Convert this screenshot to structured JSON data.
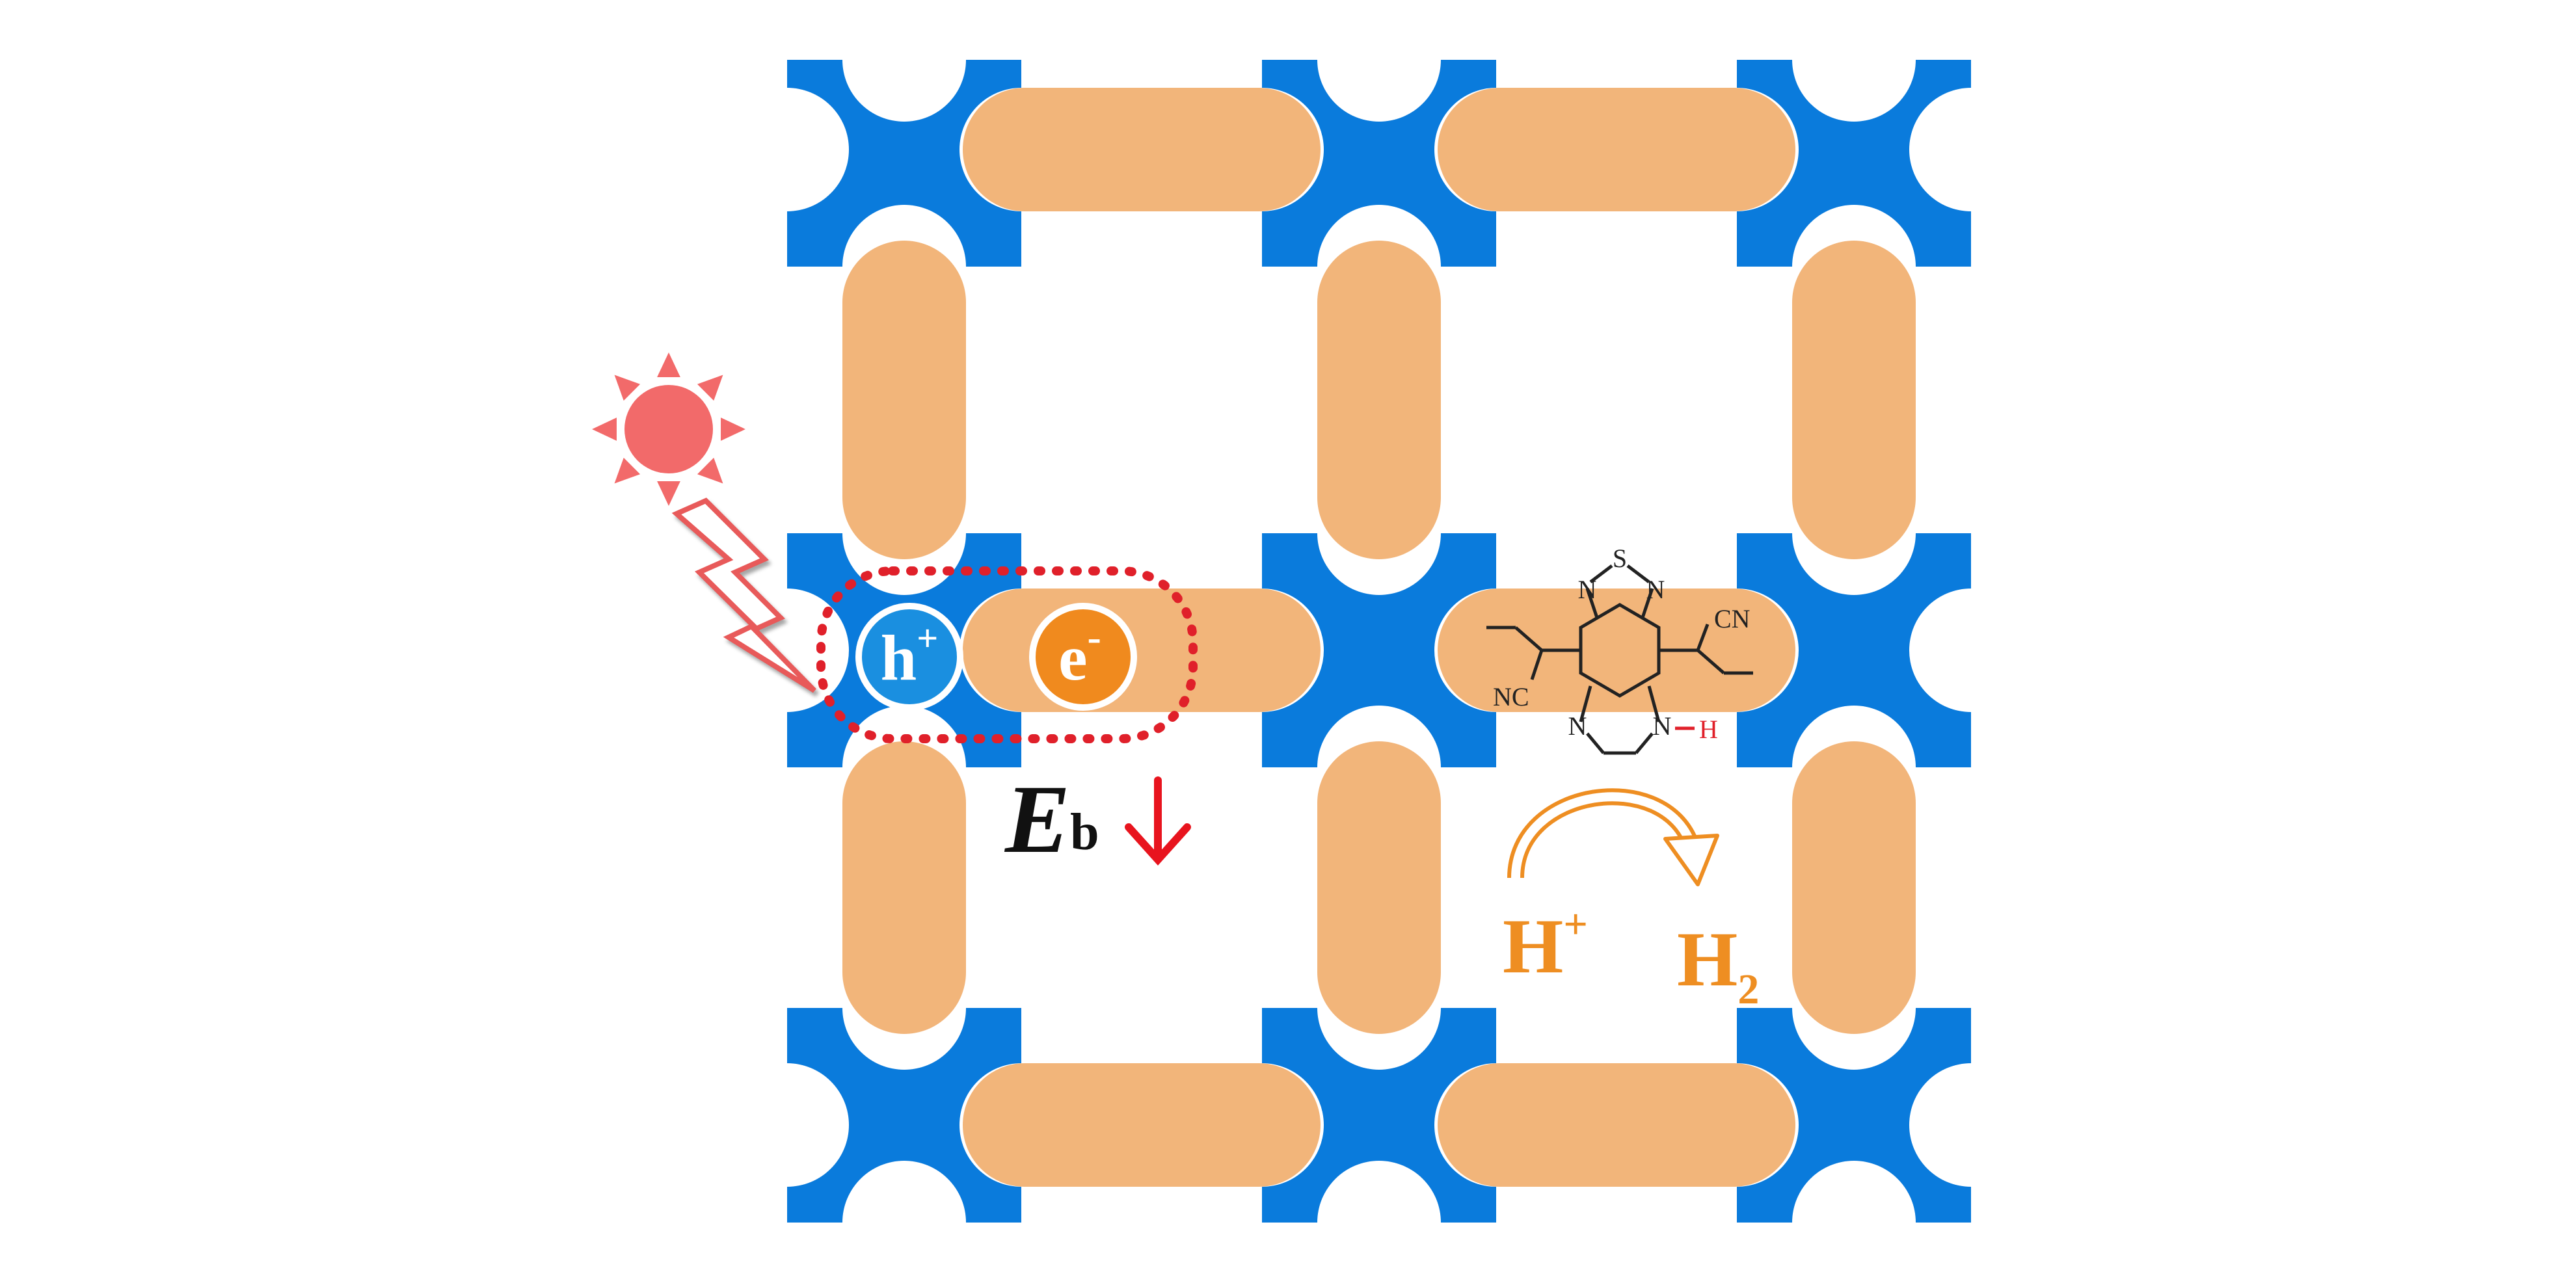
{
  "colors": {
    "node_blue": "#0a7bdc",
    "linker_orange": "#f2b57a",
    "exciton_red": "#e0202a",
    "hole_blue": "#1a8fe0",
    "electron_orange": "#f08a1e",
    "product_orange": "#ee8e22",
    "sun_red": "#f26a6a",
    "arrow_red": "#e8141e",
    "structure_black": "#222222"
  },
  "icons": {
    "sun": "sun-icon",
    "lightning": "lightning-icon",
    "arrow": "down-arrow-icon"
  },
  "labels": {
    "hole_h": "h",
    "hole_sup": "+",
    "electron_e": "e",
    "electron_sup": "-",
    "eb_main": "E",
    "eb_sub": "b",
    "proton_main": "H",
    "proton_sup": "+",
    "h2_main": "H",
    "h2_sub": "2"
  },
  "molecule": {
    "atom_s": "S",
    "atom_n_left": "N",
    "atom_n_right": "N",
    "atom_n_bottom_left": "N",
    "atom_n_bottom_right": "N",
    "atom_h": "H",
    "cn_right": "CN",
    "nc_left": "NC"
  }
}
